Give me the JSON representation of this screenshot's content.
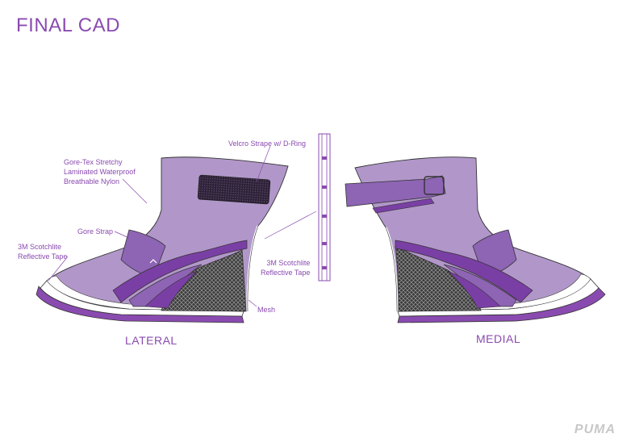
{
  "title": "FINAL CAD",
  "callouts": {
    "nylon": "Gore-Tex Stretchy\nLaminated Waterproof\nBreathable Nylon",
    "gore_strap": "Gore Strap",
    "reflective_tape_left": "3M Scotchlite\nReflective Tape",
    "velcro": "Velcro Strape w/ D-Ring",
    "reflective_tape_center": "3M Scotchlite\nReflective Tape",
    "mesh": "Mesh"
  },
  "views": {
    "lateral": "LATERAL",
    "medial": "MEDIAL"
  },
  "brand": "PUMA",
  "colors": {
    "title": "#8a4bb0",
    "upper": "#b197c9",
    "upper_dark": "#8e64b4",
    "stripe": "#7a3fa4",
    "strap": "#3b2b4a",
    "sole": "#8a4bb0",
    "mesh": "#3a3a3a"
  }
}
